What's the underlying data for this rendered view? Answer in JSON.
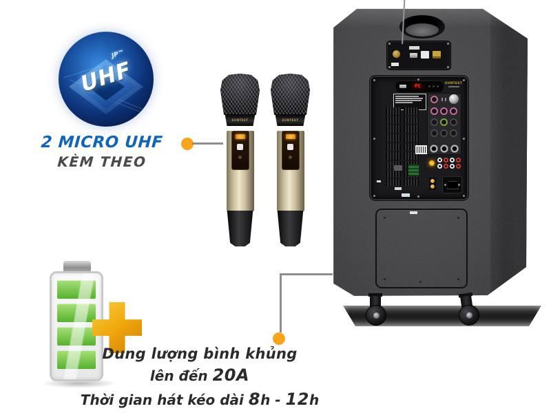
{
  "feature_micro": {
    "badge_text": "UHF",
    "badge_super": "JP™",
    "title": "2 MICRO UHF",
    "subtitle": "KÈM THEO"
  },
  "mic": {
    "brand": "SUNTEST"
  },
  "speaker": {
    "brand": "SUNTEST",
    "display": "FC"
  },
  "feature_battery": {
    "line1": "Dung lượng bình khủng",
    "line2_pre": "lên đến ",
    "line2_strong": "20A",
    "line3_pre": "Thời gian hát kéo dài ",
    "line3_strong1": "8",
    "line3_mid": "h - ",
    "line3_strong2": "12",
    "line3_post": "h"
  },
  "colors": {
    "accent_orange": "#F9A41B",
    "title_blue": "#1164B8",
    "subtitle_gray": "#4A4A4C",
    "battery_green": "#55B22C",
    "plus_gold": "#F0A90F",
    "led_red": "#FF2B17"
  }
}
